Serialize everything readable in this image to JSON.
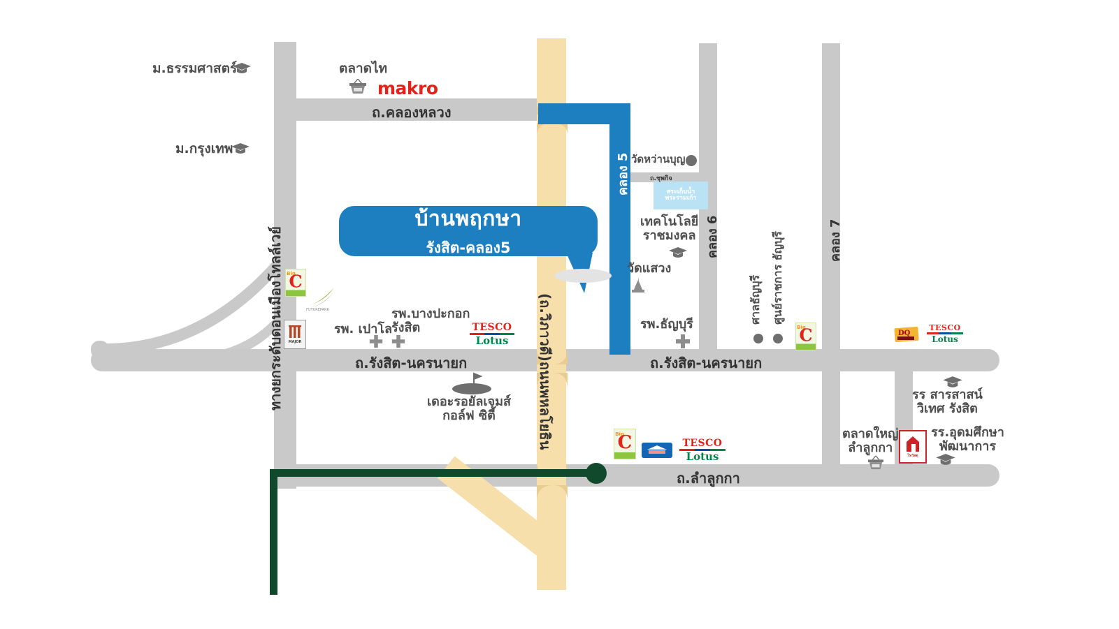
{
  "map": {
    "title": "แผนที่ บ้านพฤกษา รังสิต-คลอง5",
    "colors": {
      "road": "#c9c9c9",
      "highway": "#f7dfab",
      "canal": "#1d7fc0",
      "route": "#11492c",
      "callout": "#1d7fc0",
      "label_text": "#4e4e4e",
      "pond": "#b9e2f5"
    }
  },
  "callout": {
    "line1": "บ้านพฤกษา",
    "line2": "รังสิต-คลอง5"
  },
  "roads": {
    "khlong_luang": "ถ.คลองหลวง",
    "rangsit_nakhon_nayok_left": "ถ.รังสิต-นครนายก",
    "rangsit_nakhon_nayok_right": "ถ.รังสิต-นครนายก",
    "lam_luk_ka": "ถ.ลำลูกกา",
    "phahon_yothin": "(ถ.วิภาวดี)ถนนพหลโยธิน",
    "don_mueang_tollway": "ทางยกระดับดอนเมืองโทลล์เวย์",
    "small_road_chuphit": "ถ.ชุพกิจ"
  },
  "canals": {
    "khlong5": "คลอง 5",
    "khlong6": "คลอง 6",
    "khlong7": "คลอง 7"
  },
  "places": [
    {
      "id": "thammasat",
      "label": "ม.ธรรมศาสตร์",
      "icon": "graduation-cap-icon"
    },
    {
      "id": "bangkok-univ",
      "label": "ม.กรุงเทพ",
      "icon": "graduation-cap-icon"
    },
    {
      "id": "talat-thai",
      "label": "ตลาดไท",
      "icon": "basket-icon"
    },
    {
      "id": "makro",
      "label": "makro",
      "icon": "makro-logo"
    },
    {
      "id": "wat-wan-bun",
      "label": "วัดหว่านบุญ",
      "icon": "circle-marker-icon"
    },
    {
      "id": "rmutt",
      "label": "เทคโนโลยี\nราชมงคล",
      "icon": "graduation-cap-icon"
    },
    {
      "id": "wat-sawang",
      "label": "วัดแสวง",
      "icon": "temple-icon"
    },
    {
      "id": "rama9-pond",
      "label": "สระเก็บน้ำ\nพระรามเก้า",
      "icon": "pond-area"
    },
    {
      "id": "thanyaburi-hosp",
      "label": "รพ.ธัญบุรี",
      "icon": "hospital-cross-icon"
    },
    {
      "id": "paolo-hosp",
      "label": "รพ. เปาโล",
      "icon": "hospital-cross-icon"
    },
    {
      "id": "bangpakok-hosp",
      "label": "รพ.บางปะกอก\nรังสิต",
      "icon": "hospital-cross-icon"
    },
    {
      "id": "royal-gems",
      "label": "เดอะรอยัลเจมส์\nกอล์ฟ ซิตี้",
      "icon": "golf-green-icon"
    },
    {
      "id": "san-thanyaburi",
      "label": "ศาลธัญบุรี",
      "icon": "dot-marker-icon"
    },
    {
      "id": "govt-center",
      "label": "ศูนย์ราชการ ธัญบุรี",
      "icon": "dot-marker-icon"
    },
    {
      "id": "sarasas",
      "label": "รร สารสาสน์\nวิเทศ รังสิต",
      "icon": "graduation-cap-icon"
    },
    {
      "id": "talat-yai",
      "label": "ตลาดใหญ่\nลำลูกกา",
      "icon": "basket-icon"
    },
    {
      "id": "udomsuksa",
      "label": "รร.อุดมศึกษา\nพัฒนาการ",
      "icon": "graduation-cap-icon"
    }
  ],
  "brands": {
    "big_c": "Big C",
    "tesco_top": "TESCO",
    "tesco_bottom": "Lotus",
    "future_park": "FUTUREPARK",
    "major": "MAJOR",
    "home_pro": "HomePro",
    "thaiwatsadu": "ไทวัสดุ",
    "dq": "DQ",
    "makro": "makro"
  }
}
